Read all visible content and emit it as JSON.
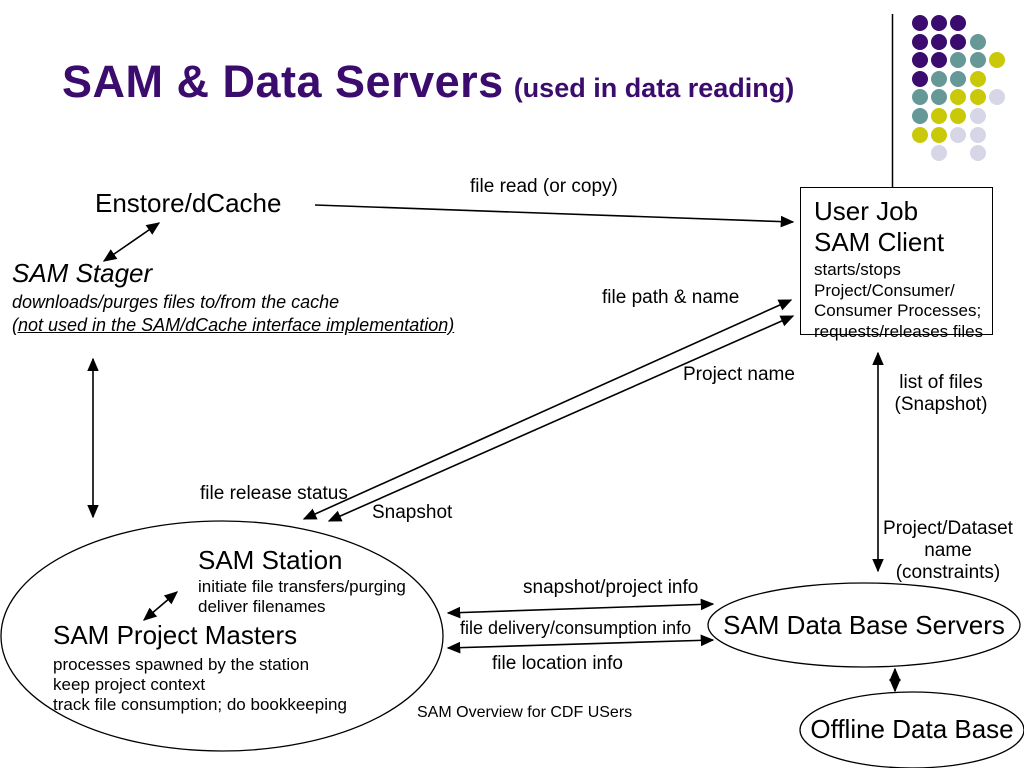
{
  "title": {
    "main": "SAM & Data Servers",
    "sub": "(used in data reading)",
    "color": "#3B0B6E"
  },
  "decoration": {
    "dot_colors": {
      "P": "#3B0B6E",
      "T": "#679898",
      "Y": "#C9C909",
      "L": "#D6D6E6"
    },
    "pattern": [
      "PPP..",
      "PPPT.",
      "PPTTY",
      "PTTY.",
      "TTYYL",
      "TYYL.",
      "YYLL.",
      ".L.L."
    ]
  },
  "nodes": {
    "enstore": {
      "label": "Enstore/dCache"
    },
    "sam_stager": {
      "title": "SAM Stager",
      "line1": "downloads/purges files to/from the cache",
      "line2": "(not used in the SAM/dCache interface implementation)"
    },
    "user_job": {
      "title_lines": [
        "User Job",
        "SAM Client"
      ],
      "desc_lines": [
        "starts/stops",
        "Project/Consumer/",
        "Consumer Processes;",
        "requests/releases files"
      ]
    },
    "sam_station": {
      "title": "SAM Station",
      "desc1": "initiate file transfers/purging",
      "desc2": "deliver filenames"
    },
    "sam_project_masters": {
      "title": "SAM Project Masters",
      "desc1": "processes spawned by the station",
      "desc2": "keep project context",
      "desc3": "track file consumption; do bookkeeping"
    },
    "sam_db_servers": {
      "label": "SAM Data Base Servers"
    },
    "offline_db": {
      "label": "Offline Data Base"
    }
  },
  "edge_labels": {
    "file_read": "file read (or copy)",
    "file_path_name": "file path & name",
    "project_name": "Project name",
    "list_of_files": [
      "list of files",
      "(Snapshot)"
    ],
    "file_release_status": "file release status",
    "snapshot": "Snapshot",
    "project_dataset": [
      "Project/Dataset",
      "name",
      "(constraints)"
    ],
    "snapshot_project_info": "snapshot/project info",
    "file_delivery_info": "file delivery/consumption info",
    "file_location_info": "file location info"
  },
  "footer": "SAM Overview for CDF USers"
}
